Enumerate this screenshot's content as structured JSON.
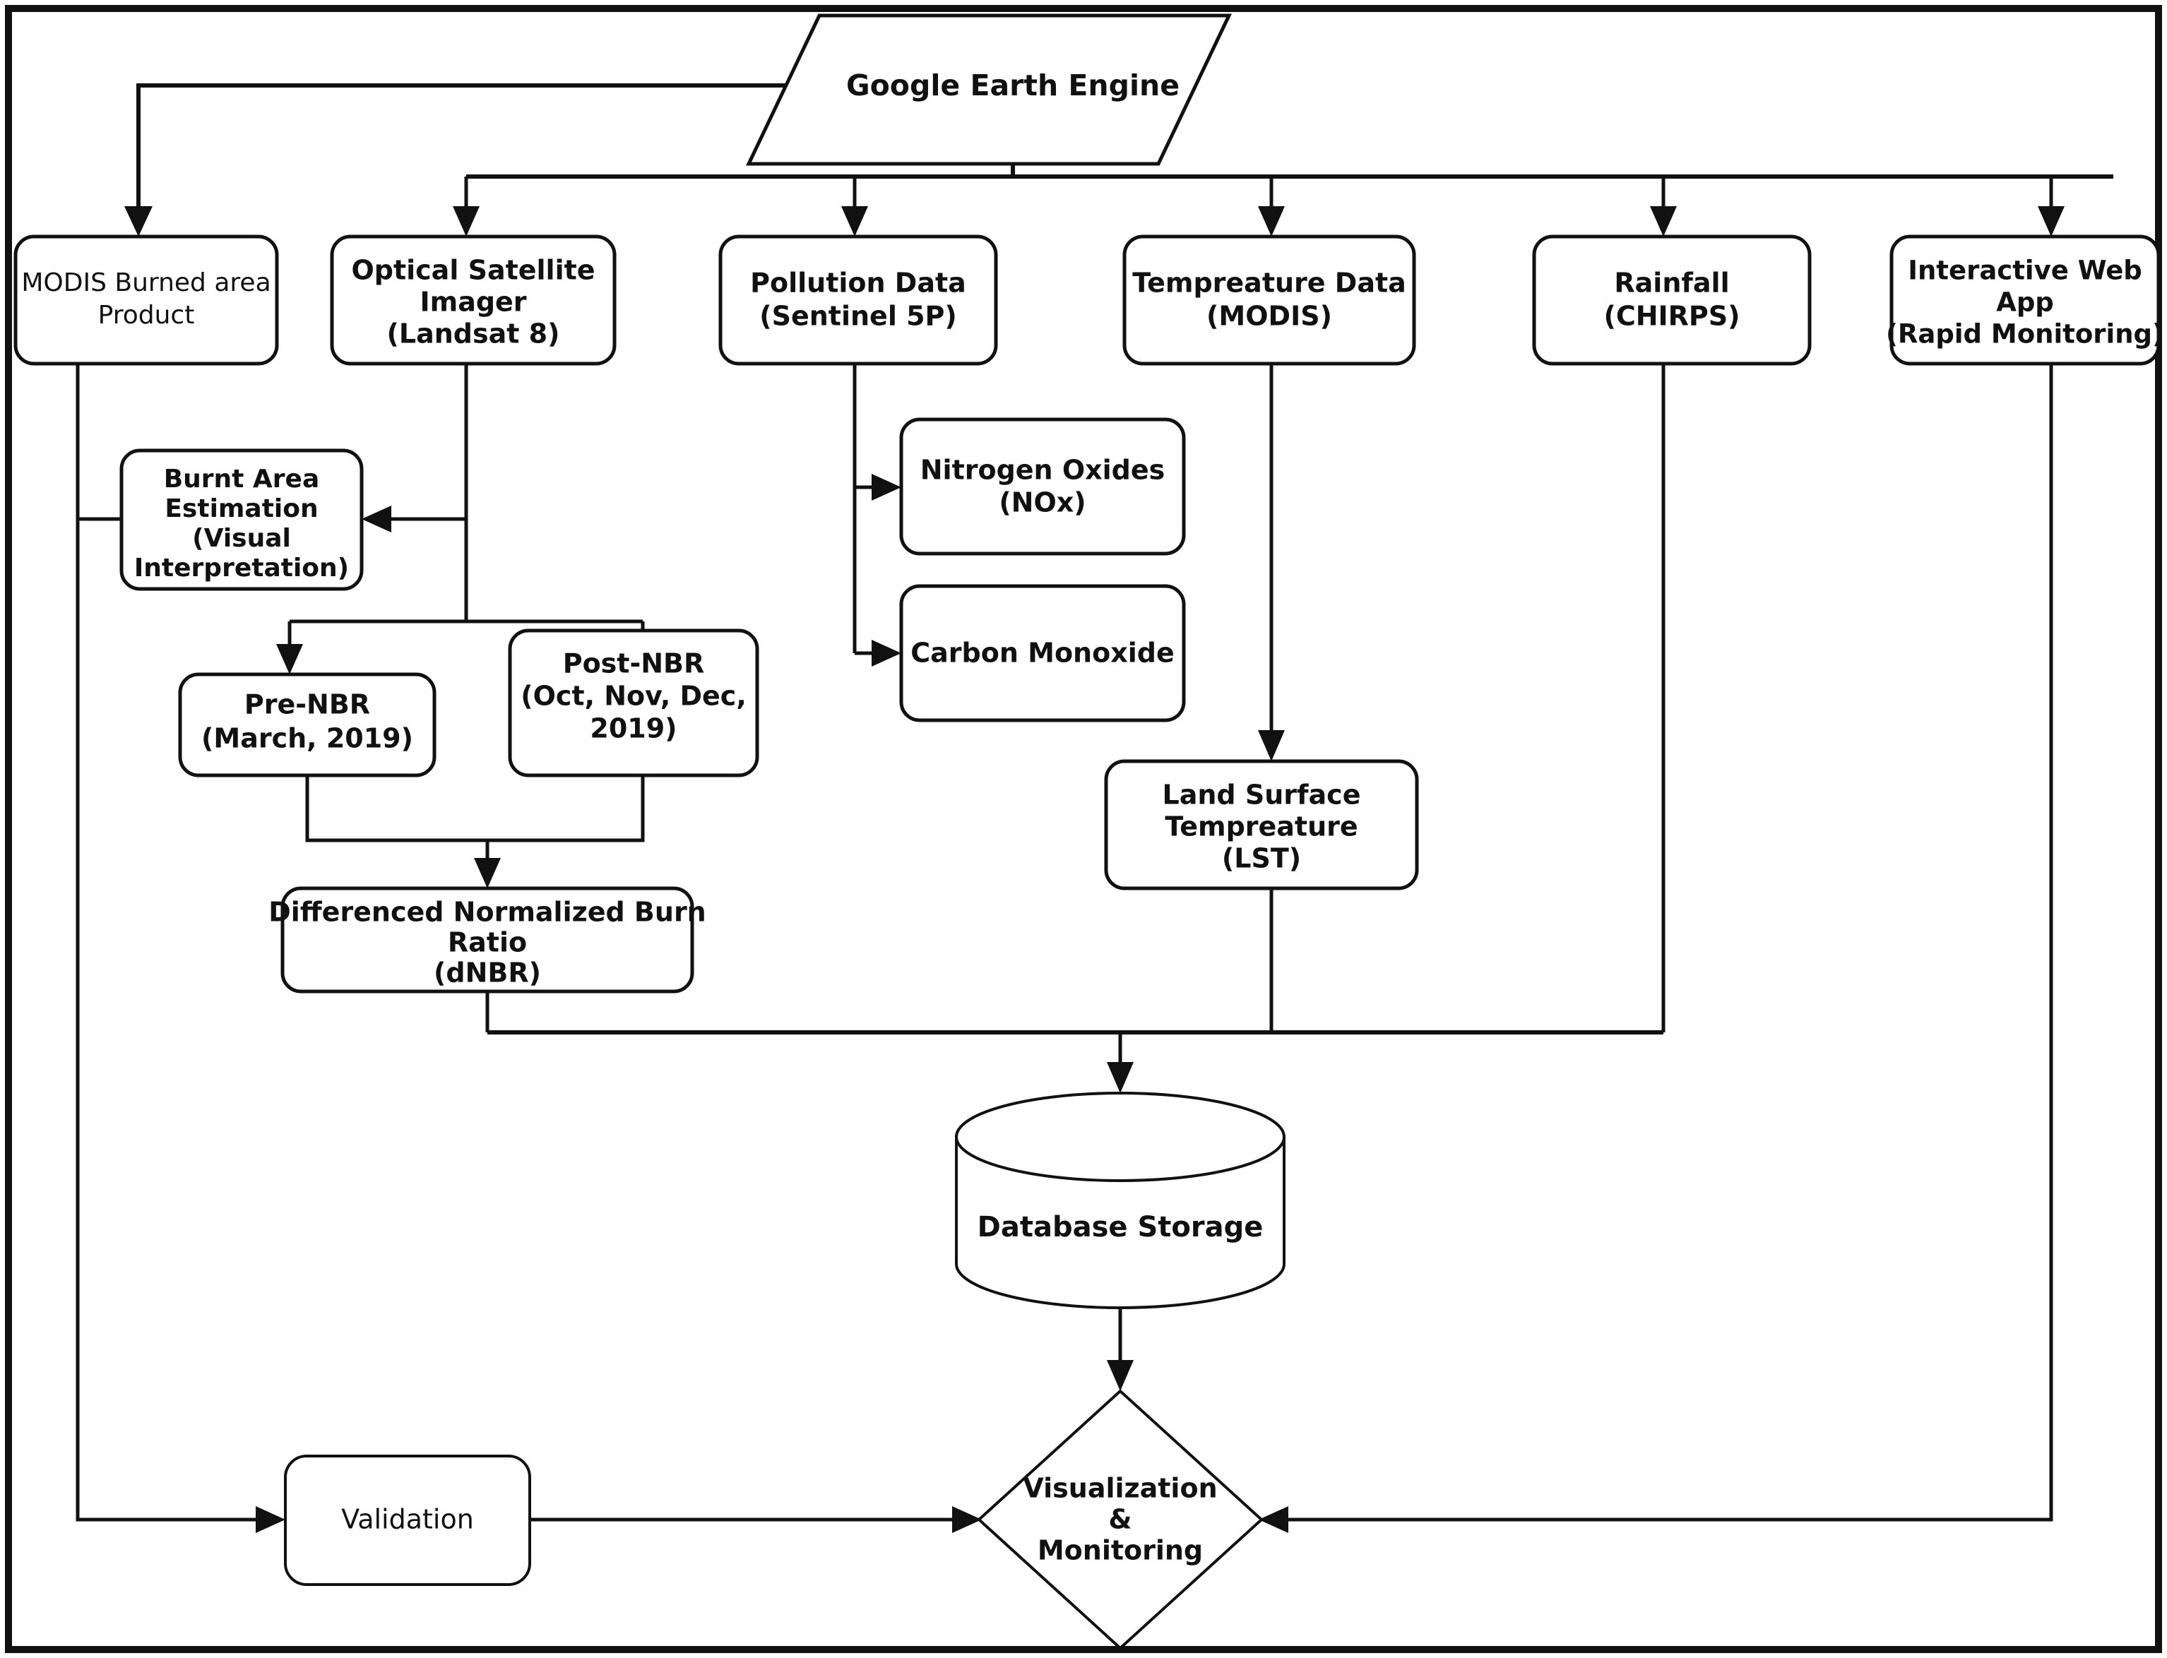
{
  "diagram": {
    "title": "Google Earth Engine wildfire monitoring workflow",
    "colors": {
      "stroke": "#111111",
      "fill": "#ffffff",
      "background": "#ffffff"
    },
    "nodes": {
      "gee": {
        "label": "Google Earth Engine",
        "shape": "parallelogram"
      },
      "modis_burned": {
        "line1": "MODIS Burned area",
        "line2": "Product",
        "shape": "rounded-rect"
      },
      "optical": {
        "line1": "Optical Satellite",
        "line2": "Imager",
        "line3": "(Landsat 8)",
        "shape": "rounded-rect"
      },
      "pollution": {
        "line1": "Pollution Data",
        "line2": "(Sentinel 5P)",
        "shape": "rounded-rect"
      },
      "temperature": {
        "line1": "Tempreature Data",
        "line2": "(MODIS)",
        "shape": "rounded-rect"
      },
      "rainfall": {
        "line1": "Rainfall",
        "line2": "(CHIRPS)",
        "shape": "rounded-rect"
      },
      "webapp": {
        "line1": "Interactive Web",
        "line2": "App",
        "line3": "(Rapid Monitoring)",
        "shape": "rounded-rect"
      },
      "burnt_area": {
        "line1": "Burnt Area",
        "line2": "Estimation",
        "line3": "(Visual",
        "line4": "Interpretation)",
        "shape": "rounded-rect"
      },
      "nox": {
        "line1": "Nitrogen Oxides",
        "line2": "(NOx)",
        "shape": "rounded-rect"
      },
      "co": {
        "line1": "Carbon Monoxide",
        "shape": "rounded-rect"
      },
      "pre_nbr": {
        "line1": "Pre-NBR",
        "line2": "(March, 2019)",
        "shape": "rounded-rect"
      },
      "post_nbr": {
        "line1": "Post-NBR",
        "line2": "(Oct, Nov, Dec,",
        "line3": "2019)",
        "shape": "rounded-rect"
      },
      "dnbr": {
        "line1": "Differenced Normalized Burn",
        "line2": "Ratio",
        "line3": "(dNBR)",
        "shape": "rounded-rect"
      },
      "lst": {
        "line1": "Land Surface",
        "line2": "Tempreature",
        "line3": "(LST)",
        "shape": "rounded-rect"
      },
      "database": {
        "label": "Database Storage",
        "shape": "cylinder"
      },
      "validation": {
        "label": "Validation",
        "shape": "rounded-rect"
      },
      "visualization": {
        "line1": "Visualization",
        "line2": "&",
        "line3": "Monitoring",
        "shape": "diamond"
      }
    },
    "edges": [
      {
        "from": "gee",
        "to": "modis_burned"
      },
      {
        "from": "gee",
        "to": "optical"
      },
      {
        "from": "gee",
        "to": "pollution"
      },
      {
        "from": "gee",
        "to": "temperature"
      },
      {
        "from": "gee",
        "to": "rainfall"
      },
      {
        "from": "gee",
        "to": "webapp"
      },
      {
        "from": "modis_burned",
        "to": "burnt_area"
      },
      {
        "from": "modis_burned",
        "to": "validation"
      },
      {
        "from": "optical",
        "to": "burnt_area"
      },
      {
        "from": "optical",
        "to": "pre_nbr"
      },
      {
        "from": "optical",
        "to": "post_nbr"
      },
      {
        "from": "pollution",
        "to": "nox"
      },
      {
        "from": "pollution",
        "to": "co"
      },
      {
        "from": "temperature",
        "to": "lst"
      },
      {
        "from": "pre_nbr",
        "to": "dnbr"
      },
      {
        "from": "post_nbr",
        "to": "dnbr"
      },
      {
        "from": "dnbr",
        "to": "database"
      },
      {
        "from": "lst",
        "to": "database"
      },
      {
        "from": "rainfall",
        "to": "database"
      },
      {
        "from": "database",
        "to": "visualization"
      },
      {
        "from": "validation",
        "to": "visualization"
      },
      {
        "from": "webapp",
        "to": "visualization"
      }
    ]
  }
}
